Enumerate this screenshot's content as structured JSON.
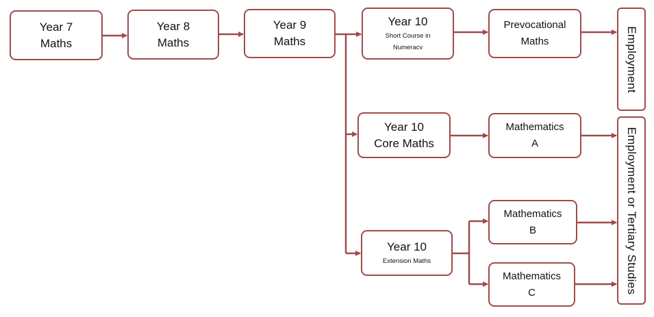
{
  "nodes": {
    "year7": {
      "line1": "Year 7",
      "line2": "Maths"
    },
    "year8": {
      "line1": "Year 8",
      "line2": "Maths"
    },
    "year9": {
      "line1": "Year 9",
      "line2": "Maths"
    },
    "year10_short": {
      "line1": "Year 10",
      "line2": "Short Course in",
      "line3": "Numeracv"
    },
    "year10_core": {
      "line1": "Year 10",
      "line2": "Core Maths"
    },
    "year10_ext": {
      "line1": "Year 10",
      "line2": "Extension Maths"
    },
    "prevocational": {
      "line1": "Prevocational",
      "line2": "Maths"
    },
    "math_a": {
      "line1": "Mathematics",
      "line2": "A"
    },
    "math_b": {
      "line1": "Mathematics",
      "line2": "B"
    },
    "math_c": {
      "line1": "Mathematics",
      "line2": "C"
    },
    "employment": {
      "label": "Employment"
    },
    "employment_tertiary": {
      "label": "Employment or Tertiary Studies"
    }
  },
  "colors": {
    "stroke": "#9e4a4a",
    "text": "#111111"
  }
}
